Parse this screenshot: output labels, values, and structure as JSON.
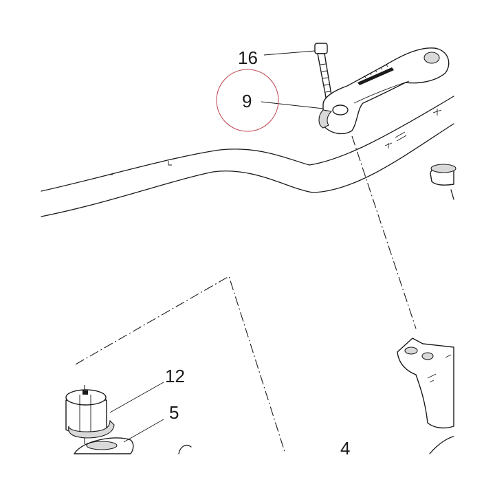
{
  "diagram": {
    "callouts": {
      "c16": "16",
      "c9": "9",
      "c12": "12",
      "c5": "5",
      "c4": "4"
    },
    "highlight_color": "#c0505a",
    "line_color": "#1a1a1a"
  }
}
